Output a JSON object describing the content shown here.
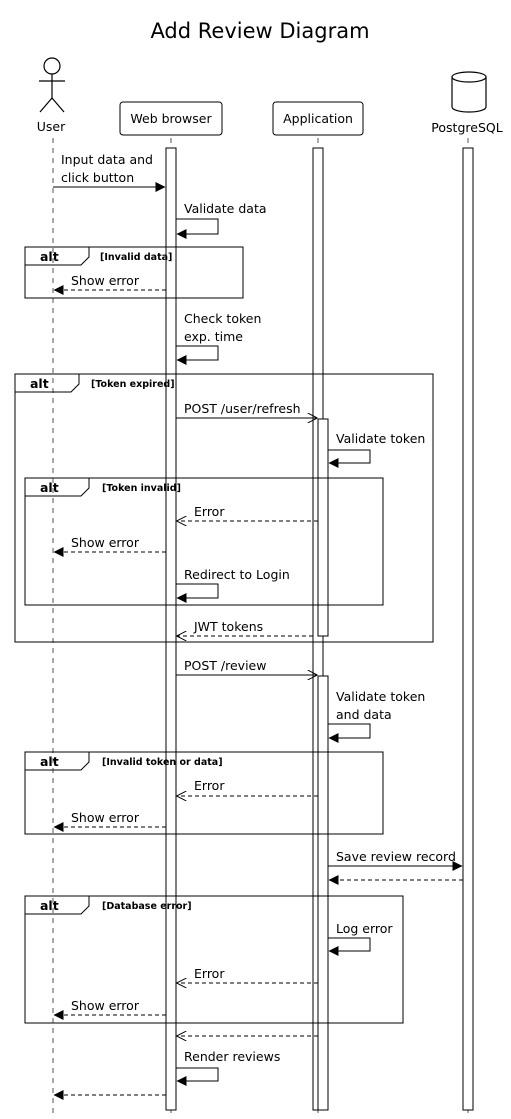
{
  "title": "Add Review Diagram",
  "participants": {
    "user": "User",
    "browser": "Web browser",
    "app": "Application",
    "db": "PostgreSQL"
  },
  "messages": {
    "input": [
      "Input data and",
      "click button"
    ],
    "validate": "Validate data",
    "show_error_1": "Show error",
    "check_token": [
      "Check token",
      "exp. time"
    ],
    "post_refresh": "POST /user/refresh",
    "validate_token": "Validate token",
    "error_1": "Error",
    "show_error_2": "Show error",
    "redirect": "Redirect to Login",
    "jwt": "JWT tokens",
    "post_review": "POST /review",
    "validate_token_data": [
      "Validate token",
      "and data"
    ],
    "error_2": "Error",
    "show_error_3": "Show error",
    "save": "Save review record",
    "log_error": "Log error",
    "error_3": "Error",
    "show_error_4": "Show error",
    "render": "Render reviews"
  },
  "fragments": {
    "keyword": "alt",
    "invalid_data": "[Invalid data]",
    "token_expired": "[Token expired]",
    "token_invalid": "[Token invalid]",
    "invalid_token_or_data": "[Invalid token or data]",
    "database_error": "[Database error]"
  }
}
